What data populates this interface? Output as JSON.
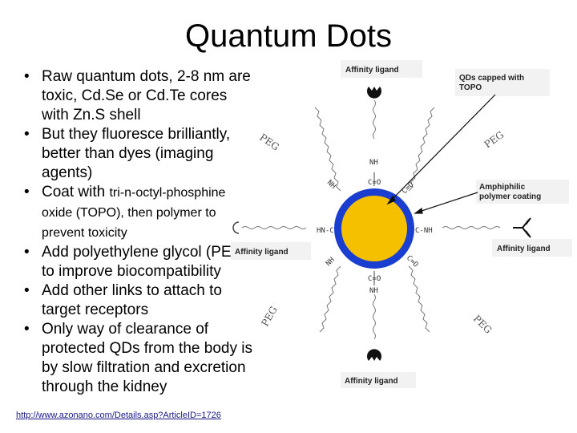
{
  "slide": {
    "title": "Quantum Dots",
    "bullets": [
      {
        "main": "Raw quantum dots, 2-8 nm are toxic, Cd.Se or Cd.Te cores with Zn.S shell",
        "extra": ""
      },
      {
        "main": "But they fluoresce brilliantly, better than dyes (imaging agents)",
        "extra": ""
      },
      {
        "main": "Coat with ",
        "extra": "tri-n-octyl-phosphine oxide (TOPO), then polymer to prevent toxicity"
      },
      {
        "main": "Add polyethylene glycol (PEG) to improve biocompatibility",
        "extra": ""
      },
      {
        "main": "Add other links to attach to target receptors",
        "extra": ""
      },
      {
        "main": "Only way of clearance of protected QDs from the body is by slow filtration and excretion through the kidney",
        "extra": ""
      }
    ],
    "link": "http://www.azonano.com/Details.asp?ArticleID=1726"
  },
  "diagram": {
    "labels": {
      "affinity_top": "Affinity ligand",
      "qds_capped_1": "QDs capped with",
      "qds_capped_2": "TOPO",
      "amphiphilic_1": "Amphiphilic",
      "amphiphilic_2": "polymer coating",
      "affinity_right": "Affinity ligand",
      "affinity_left": "Affinity ligand",
      "affinity_bottom": "Affinity ligand"
    },
    "peg": "PEG",
    "nh": "NH",
    "co": "C=O",
    "hnc": "HN-C",
    "cnh": "C-NH",
    "colors": {
      "core": "#f5c000",
      "shell": "#1a3fd0"
    }
  }
}
